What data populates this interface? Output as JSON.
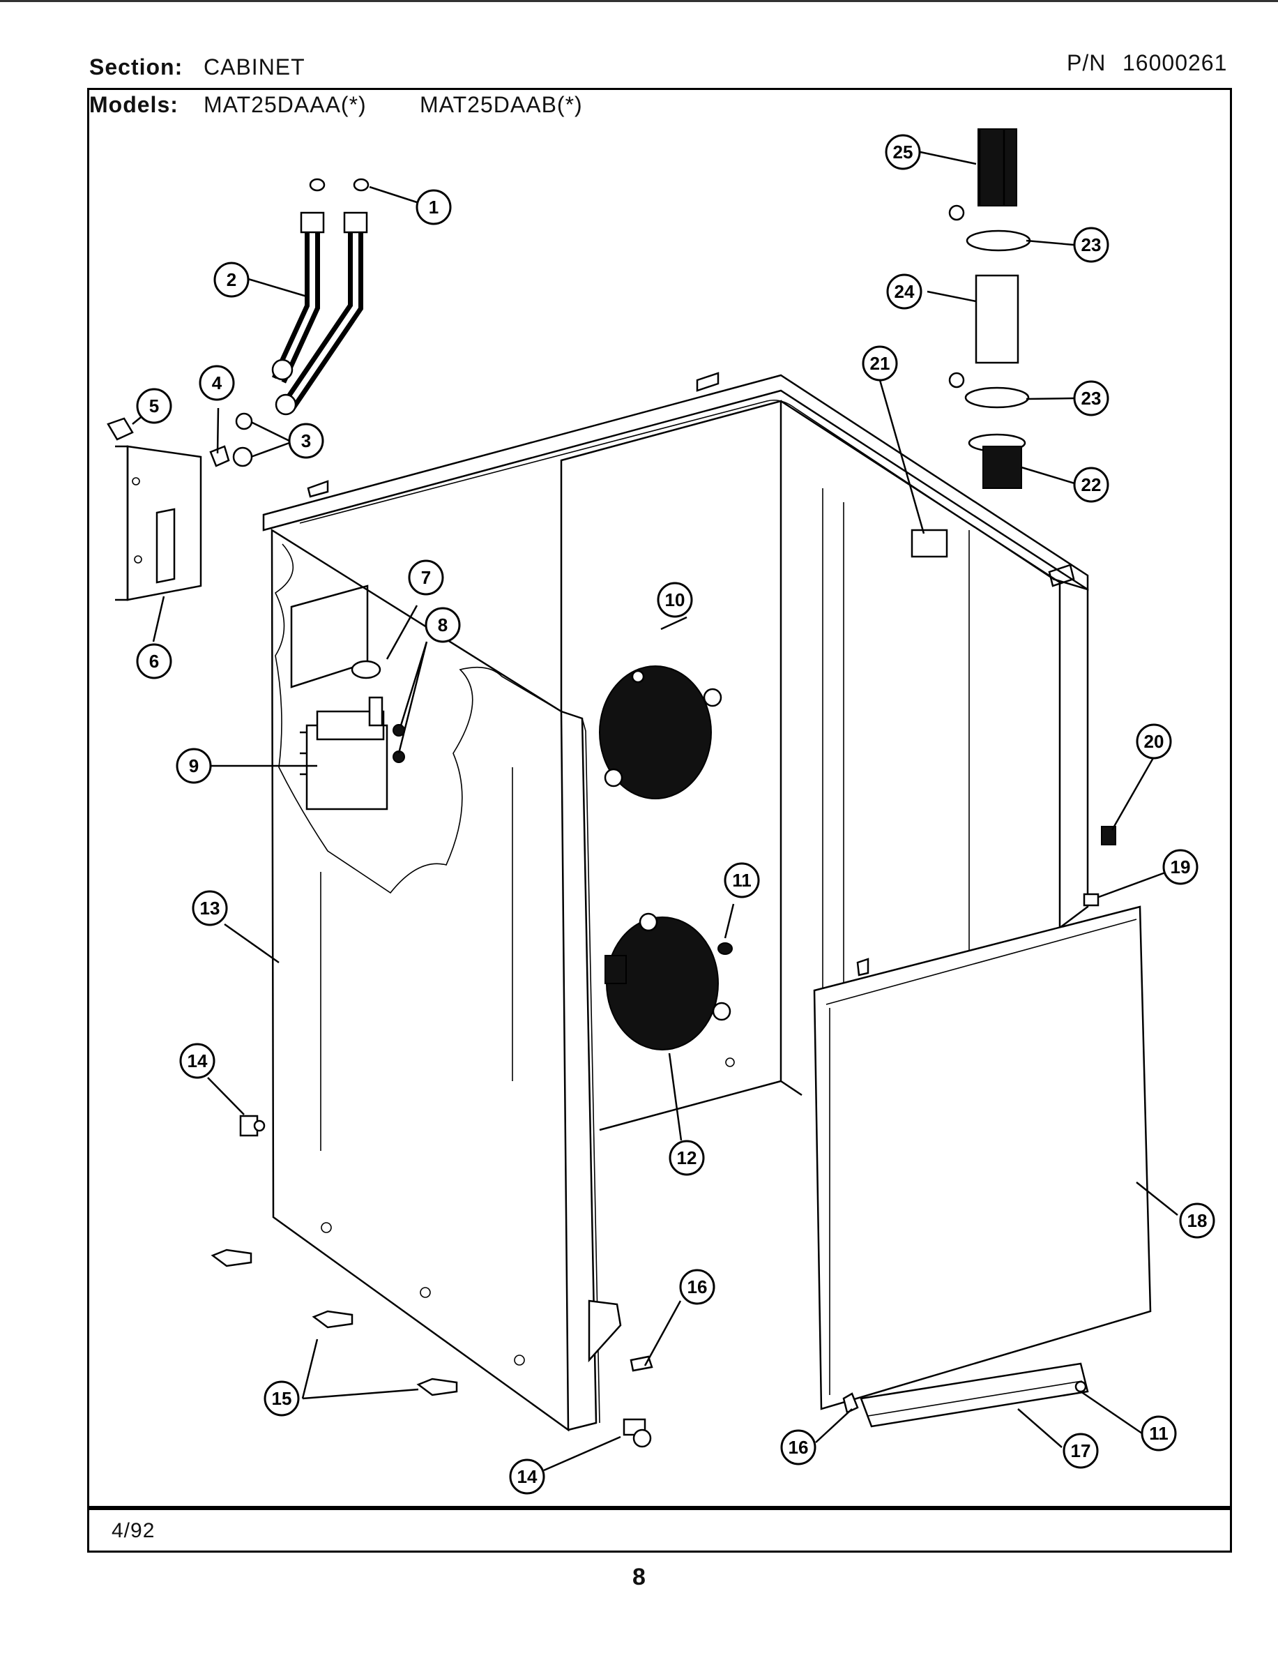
{
  "header": {
    "section_label": "Section:",
    "section_value": "CABINET",
    "pn_label": "P/N",
    "pn_value": "16000261",
    "models_label": "Models:",
    "model_1": "MAT25DAAA(*)",
    "model_2": "MAT25DAAB(*)"
  },
  "footer": {
    "date": "4/92",
    "page_number": "8"
  },
  "callouts": [
    "1",
    "2",
    "3",
    "4",
    "5",
    "6",
    "7",
    "8",
    "9",
    "10",
    "11",
    "12",
    "13",
    "14",
    "14",
    "15",
    "16",
    "16",
    "17",
    "18",
    "19",
    "20",
    "21",
    "22",
    "23",
    "23",
    "24",
    "25",
    "11"
  ]
}
